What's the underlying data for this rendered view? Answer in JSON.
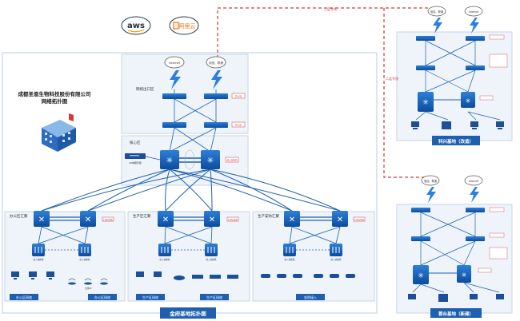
{
  "cloud_providers": {
    "aws": "aws",
    "aliyun": "阿里云"
  },
  "company": {
    "line1": "成都圣恩生物科技股份有限公司",
    "line2": "网络拓扑图"
  },
  "building_caption": "[ building ]",
  "zones": {
    "internet_exit": "网络出口区",
    "core": "核心区",
    "office": "办公区汇聚",
    "production": "生产区汇聚",
    "prod_monitor": "生产安防汇聚"
  },
  "clouds": {
    "internet": "Internet",
    "dual_line": "电信、联通"
  },
  "links": {
    "leased_top": "二层专线",
    "leased_side": "二层专线"
  },
  "devices": {
    "ad": "AD域服务器",
    "ap_label": "无线AP",
    "sw_label": "接入交换机",
    "firewall_note": "防火墙",
    "core_note": "核心交换机",
    "agg_note": "汇聚交换机"
  },
  "access_labels": {
    "office": "办公区网络",
    "production": "生产区网络",
    "monitor": "安防接入"
  },
  "bottom_titles": {
    "jinfu": "金府基地拓扑图",
    "kexing": "科兴基地（改造）",
    "rongtai": "蓉台基地（新建）"
  }
}
